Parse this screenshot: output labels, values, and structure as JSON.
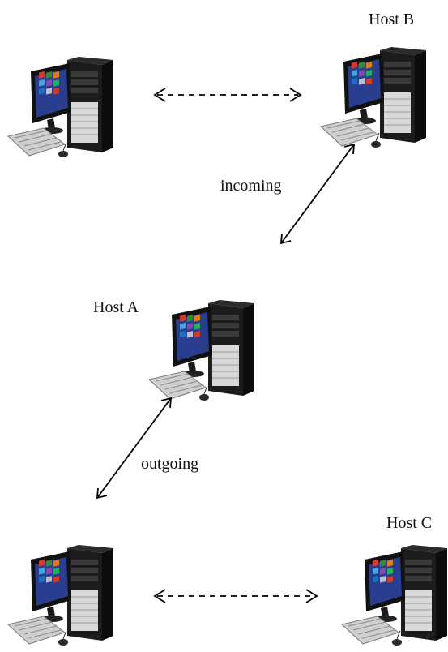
{
  "labels": {
    "host_b": "Host B",
    "host_a": "Host A",
    "host_c": "Host C",
    "incoming": "incoming",
    "outgoing": "outgoing"
  },
  "connections": [
    {
      "from": "top-left-computer",
      "to": "host-b",
      "style": "dashed",
      "direction": "bidirectional"
    },
    {
      "from": "host-b",
      "to": "host-a",
      "style": "solid",
      "direction": "bidirectional",
      "label": "incoming"
    },
    {
      "from": "host-a",
      "to": "bottom-left-computer",
      "style": "solid",
      "direction": "bidirectional",
      "label": "outgoing"
    },
    {
      "from": "bottom-left-computer",
      "to": "host-c",
      "style": "dashed",
      "direction": "bidirectional"
    }
  ],
  "colors": {
    "tower": "#1c1c1c",
    "tower_panel": "#3a3a3a",
    "screen_bezel": "#111111",
    "screen": "#2a3d8f",
    "tile_colors": [
      "#d23b2b",
      "#2f8f2f",
      "#e07b17",
      "#4aa3df",
      "#8e44ad",
      "#c0c0c0",
      "#1f6fbf",
      "#27ae60"
    ],
    "keyboard": "#cfcfcf",
    "arrow": "#000000"
  },
  "icons": {
    "computer": "desktop-computer-icon"
  }
}
